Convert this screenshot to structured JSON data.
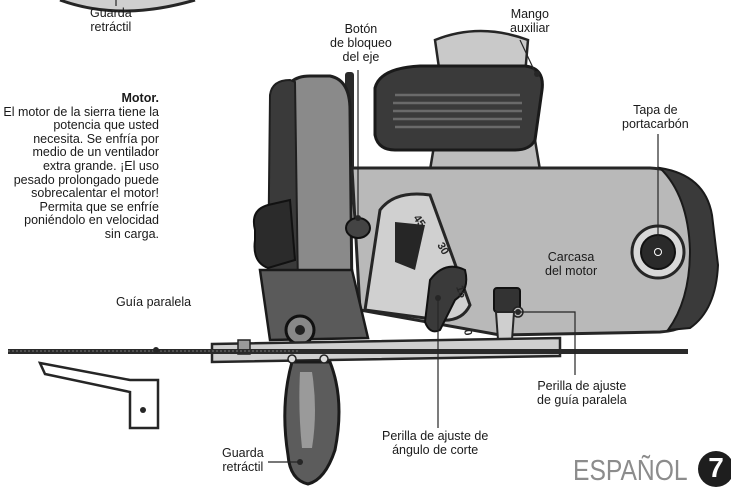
{
  "labels": {
    "guard_top": [
      "Guarda",
      "retráctil"
    ],
    "spindle_lock": [
      "Botón",
      "de bloqueo",
      "del eje"
    ],
    "aux_handle": [
      "Mango",
      "auxiliar"
    ],
    "brush_cap": [
      "Tapa de",
      "portacarbón"
    ],
    "motor_housing": [
      "Carcasa",
      "del motor"
    ],
    "rip_fence": "Guía paralela",
    "fence_knob": [
      "Perilla de ajuste",
      "de guía paralela"
    ],
    "bevel_knob": [
      "Perilla de ajuste de",
      "ángulo de corte"
    ],
    "guard_bottom": [
      "Guarda",
      "retráctil"
    ]
  },
  "motor_text": {
    "title": "Motor.",
    "lines": [
      "El motor de la sierra tiene la",
      "potencia que usted",
      "necesita. Se enfría por",
      "medio de un ventilador",
      "extra grande. ¡El uso",
      "pesado prolongado puede",
      "sobrecalentar el motor!",
      "Permita que se enfríe",
      "poniéndolo en velocidad",
      "sin carga."
    ]
  },
  "scale_marks": [
    "45",
    "30",
    "15",
    "0"
  ],
  "footer": {
    "language": "ESPAÑOL",
    "page": "7"
  },
  "colors": {
    "dark": "#262626",
    "mid": "#6b6b6b",
    "light": "#b5b5b5",
    "lighter": "#cfcfcf",
    "footer_gray": "#8c8c8c"
  }
}
